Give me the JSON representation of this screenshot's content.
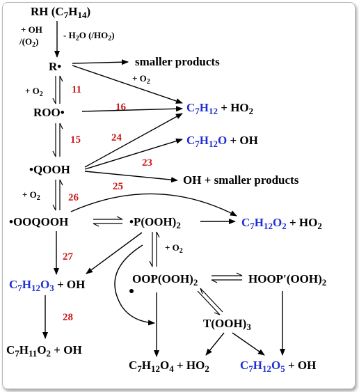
{
  "species": {
    "rh": [
      "RH (C",
      "7",
      "H",
      "14",
      ")"
    ],
    "r": "R•",
    "roo": "ROO•",
    "qooh": "•QOOH",
    "ooqooh": "•OOQOOH",
    "pooh2": [
      "•P(OOH)",
      "2"
    ],
    "oopooh2": [
      "OOP(OOH)",
      "2"
    ],
    "hoop_ooh2": [
      "HOOP'(OOH)",
      "2"
    ],
    "tooh3": [
      "T(OOH)",
      "3"
    ],
    "smaller_products": "smaller products",
    "oh_smaller": "OH + smaller products",
    "c7h12_ho2": [
      "C",
      "7",
      "H",
      "12",
      " + HO",
      "2"
    ],
    "c7h12o_oh": [
      "C",
      "7",
      "H",
      "12",
      "O",
      " + OH"
    ],
    "c7h12o2_ho2": [
      "C",
      "7",
      "H",
      "12",
      "O",
      "2",
      " + HO",
      "2"
    ],
    "c7h12o3_oh": [
      "C",
      "7",
      "H",
      "12",
      "O",
      "3",
      " + OH"
    ],
    "c7h11o2_oh": [
      "C",
      "7",
      "H",
      "11",
      "O",
      "2",
      " + OH"
    ],
    "c7h12o4_ho2": [
      "C",
      "7",
      "H",
      "12",
      "O",
      "4",
      " + HO",
      "2"
    ],
    "c7h12o5_oh": [
      "C",
      "7",
      "H",
      "12",
      "O",
      "5",
      " + OH"
    ]
  },
  "conditions": {
    "oh": "+ OH",
    "o2_paren": "/(O",
    "o2_paren_sub": "2",
    "o2_paren_close": ")",
    "h2o": [
      "- H",
      "2",
      "O (/HO",
      "2",
      ")"
    ],
    "plus_o2": [
      "+ O",
      "2"
    ]
  },
  "reactions": [
    "11",
    "15",
    "16",
    "23",
    "24",
    "25",
    "26",
    "27",
    "28"
  ],
  "colors": {
    "product_highlight": "#1f2fd1",
    "reaction_number": "#cc1a1a",
    "text": "#000000"
  }
}
